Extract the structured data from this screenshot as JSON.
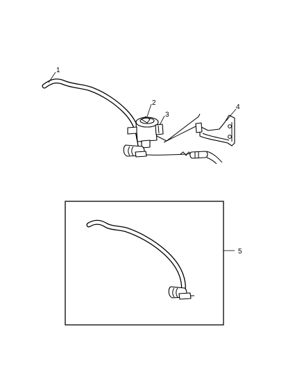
{
  "callouts": {
    "c1": "1",
    "c2": "2",
    "c3": "3",
    "c4": "4",
    "c5": "5"
  },
  "colors": {
    "line": "#000000",
    "background": "#ffffff"
  }
}
